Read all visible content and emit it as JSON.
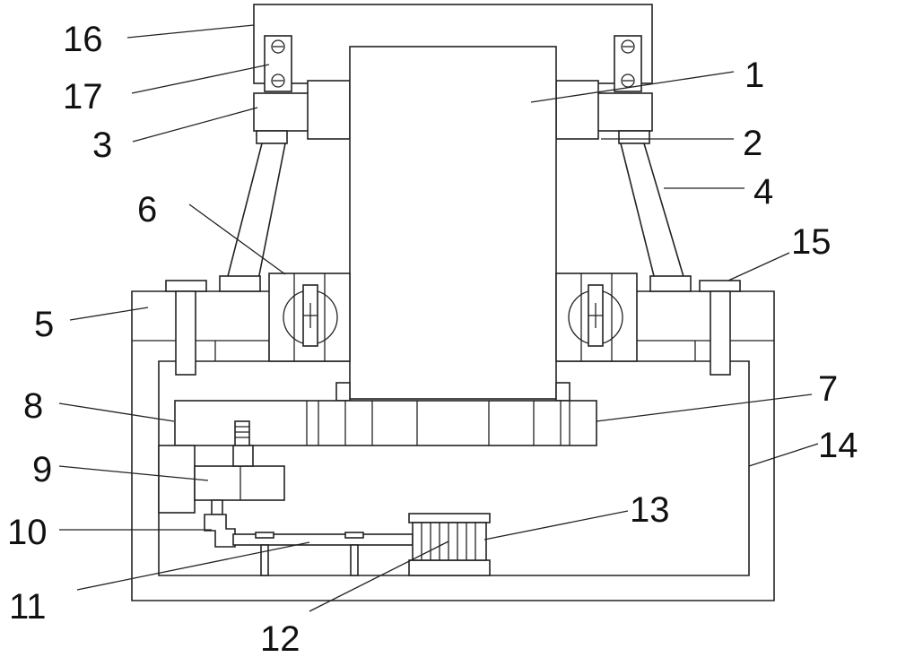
{
  "labels": [
    "1",
    "2",
    "3",
    "4",
    "5",
    "6",
    "7",
    "8",
    "9",
    "10",
    "11",
    "12",
    "13",
    "14",
    "15",
    "16",
    "17"
  ],
  "colors": {
    "line": "#222222",
    "background": "#ffffff"
  }
}
